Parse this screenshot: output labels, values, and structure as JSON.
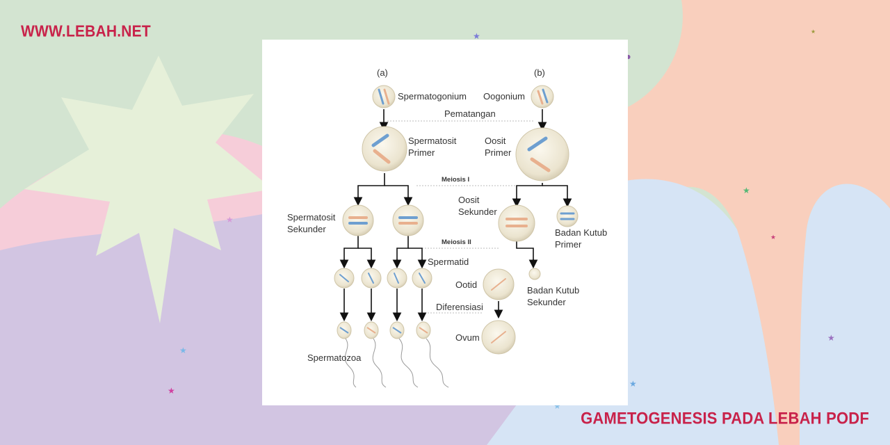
{
  "site": {
    "url_label": "WWW.LEBAH.NET"
  },
  "caption": {
    "title": "Gametogenesis pada lebah podf"
  },
  "colors": {
    "accent": "#c8224a",
    "card": "#ffffff",
    "cell": "#ede7d4"
  },
  "diagram": {
    "col_a": "(a)",
    "col_b": "(b)",
    "spermatogonium": "Spermatogonium",
    "oogonium": "Oogonium",
    "pematangan": "Pematangan",
    "spermatosit_primer": [
      "Spermatosit",
      "Primer"
    ],
    "oosit_primer": [
      "Oosit",
      "Primer"
    ],
    "meiosis_1": "Meiosis I",
    "spermatosit_sekunder": [
      "Spermatosit",
      "Sekunder"
    ],
    "oosit_sekunder": [
      "Oosit",
      "Sekunder"
    ],
    "badan_kutub_primer": [
      "Badan Kutub",
      "Primer"
    ],
    "meiosis_2": "Meiosis II",
    "spermatid": "Spermatid",
    "ootid": "Ootid",
    "badan_kutub_sekunder": [
      "Badan Kutub",
      "Sekunder"
    ],
    "diferensiasi": "Diferensiasi",
    "ovum": "Ovum",
    "spermatozoa": "Spermatozoa"
  }
}
